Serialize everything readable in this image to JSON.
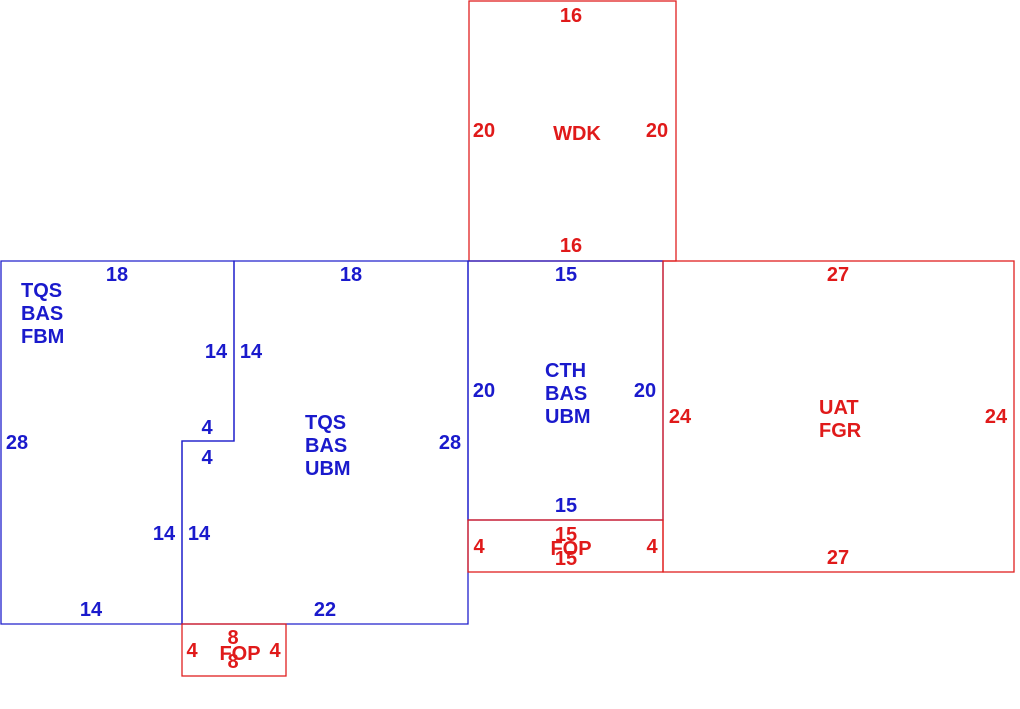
{
  "colors": {
    "primary": "#1a1acc",
    "secondary": "#e01a1a",
    "background": "#ffffff"
  },
  "areas": {
    "wdk": {
      "labels": [
        "WDK"
      ],
      "dims": {
        "top": "16",
        "bottom": "16",
        "left": "20",
        "right": "20"
      }
    },
    "tqs_fbm": {
      "labels": [
        "TQS",
        "BAS",
        "FBM"
      ],
      "dims": {
        "top": "18",
        "left": "28",
        "bottom": "14",
        "notch_upper": "14",
        "notch_step": "4",
        "notch_lower": "14"
      }
    },
    "tqs_ubm": {
      "labels": [
        "TQS",
        "BAS",
        "UBM"
      ],
      "dims": {
        "top": "18",
        "right": "28",
        "bottom": "22",
        "notch_upper": "14",
        "notch_step": "4",
        "notch_lower": "14"
      }
    },
    "cth": {
      "labels": [
        "CTH",
        "BAS",
        "UBM"
      ],
      "dims": {
        "top": "15",
        "bottom": "15",
        "left": "20",
        "right": "20"
      }
    },
    "uat": {
      "labels": [
        "UAT",
        "FGR"
      ],
      "dims": {
        "top": "27",
        "bottom": "27",
        "left": "24",
        "right": "24"
      }
    },
    "fop_center": {
      "labels": [
        "FOP"
      ],
      "dims": {
        "top": "15",
        "bottom": "15",
        "left": "4",
        "right": "4"
      }
    },
    "fop_bottom": {
      "labels": [
        "FOP"
      ],
      "dims": {
        "top": "8",
        "bottom": "8",
        "left": "4",
        "right": "4"
      }
    }
  }
}
